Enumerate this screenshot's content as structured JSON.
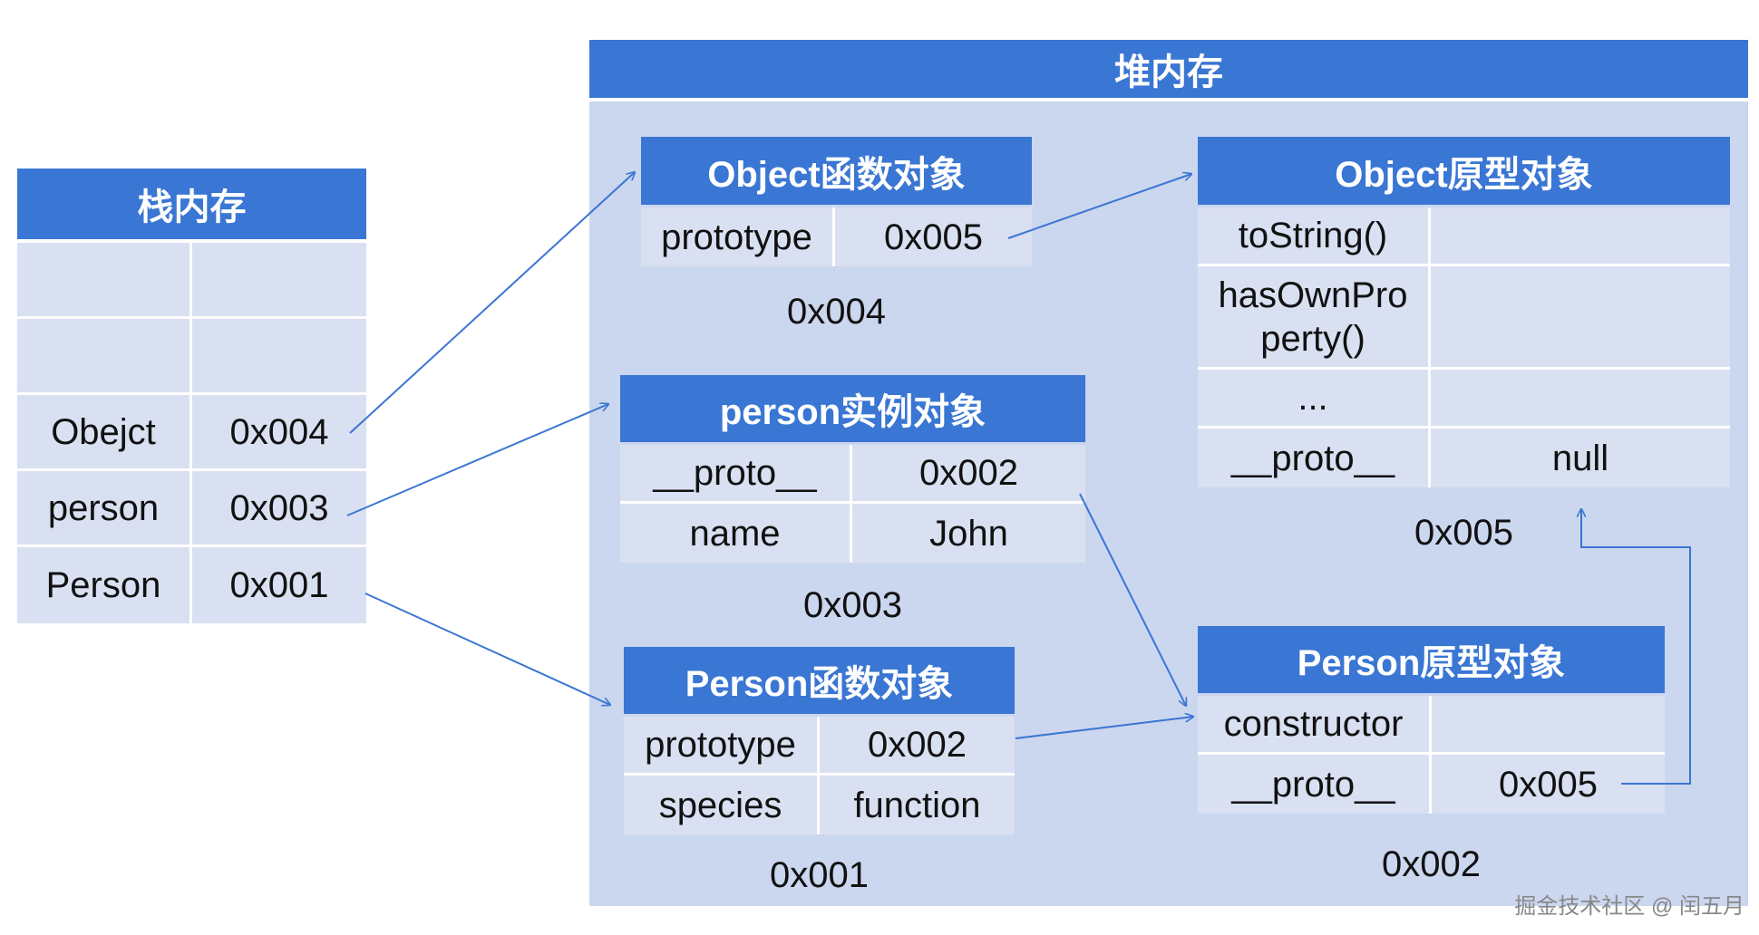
{
  "stack": {
    "title": "栈内存",
    "rows": [
      [
        "",
        ""
      ],
      [
        "",
        ""
      ],
      [
        "Obejct",
        "0x004"
      ],
      [
        "person",
        "0x003"
      ],
      [
        "Person",
        "0x001"
      ]
    ]
  },
  "heap": {
    "title": "堆内存"
  },
  "object_function": {
    "title": "Object函数对象",
    "rows": [
      [
        "prototype",
        "0x005"
      ]
    ],
    "address": "0x004"
  },
  "person_instance": {
    "title": "person实例对象",
    "rows": [
      [
        "__proto__",
        "0x002"
      ],
      [
        "name",
        "John"
      ]
    ],
    "address": "0x003"
  },
  "person_function": {
    "title": "Person函数对象",
    "rows": [
      [
        "prototype",
        "0x002"
      ],
      [
        "species",
        "function"
      ]
    ],
    "address": "0x001"
  },
  "object_prototype": {
    "title": "Object原型对象",
    "rows": [
      [
        "toString()",
        ""
      ],
      [
        "hasOwnPro\nperty()",
        ""
      ],
      [
        "...",
        ""
      ],
      [
        "__proto__",
        "null"
      ]
    ],
    "address": "0x005"
  },
  "person_prototype": {
    "title": "Person原型对象",
    "rows": [
      [
        "constructor",
        ""
      ],
      [
        "__proto__",
        "0x005"
      ]
    ],
    "address": "0x002"
  },
  "watermark": "掘金技术社区 @ 闰五月",
  "colors": {
    "header": "#3a76d3",
    "cell": "#d9e0f1",
    "region": "#cbd6ef",
    "arrow": "#3a76d3"
  }
}
